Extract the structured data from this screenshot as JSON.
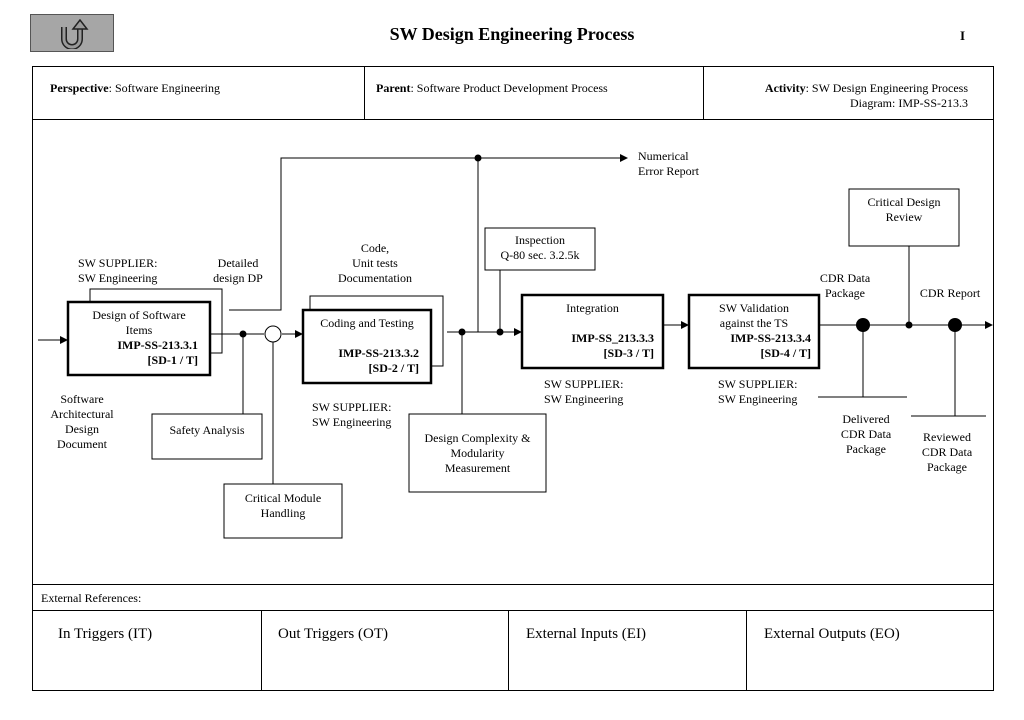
{
  "header": {
    "back_icon": "u-turn-arrow-icon",
    "title": "SW Design Engineering Process",
    "page_number": "I"
  },
  "info": {
    "perspective_label": "Perspective",
    "perspective_value": ": Software Engineering",
    "parent_label": "Parent",
    "parent_value": ": Software Product  Development Process",
    "activity_label": "Activity",
    "activity_value": ": SW Design Engineering Process",
    "diagram_line": "Diagram: IMP-SS-213.3"
  },
  "diagram": {
    "numerical_error_report": [
      "Numerical",
      "Error Report"
    ],
    "sw_supplier_1": [
      "SW  SUPPLIER:",
      "SW Engineering"
    ],
    "detailed_design": [
      "Detailed",
      "design DP"
    ],
    "code_unit_tests": [
      "Code,",
      "Unit tests",
      "Documentation"
    ],
    "inspection": [
      "Inspection",
      "Q-80 sec. 3.2.5k"
    ],
    "critical_design_review": [
      "Critical Design",
      "Review"
    ],
    "cdr_data_package": [
      "CDR  Data",
      "Package"
    ],
    "cdr_report": "CDR Report",
    "box1": {
      "title": [
        "Design of Software",
        "Items"
      ],
      "id": "IMP-SS-213.3.1",
      "code": "[SD-1 / T]"
    },
    "box2": {
      "title": [
        "Coding and Testing"
      ],
      "id": "IMP-SS-213.3.2",
      "code": "[SD-2 / T]"
    },
    "box3": {
      "title": [
        "Integration"
      ],
      "id": "IMP-SS_213.3.3",
      "code": "[SD-3 / T]"
    },
    "box4": {
      "title": [
        "SW Validation",
        "against the TS"
      ],
      "id": "IMP-SS-213.3.4",
      "code": "[SD-4 / T]"
    },
    "sw_supplier_2": [
      "SW  SUPPLIER:",
      "SW Engineering"
    ],
    "sw_supplier_3": [
      "SW  SUPPLIER:",
      "SW Engineering"
    ],
    "sw_supplier_4": [
      "SW  SUPPLIER:",
      "SW Engineering"
    ],
    "software_arch_doc": [
      "Software",
      "Architectural",
      "Design",
      "Document"
    ],
    "safety_analysis": "Safety Analysis",
    "critical_module_handling": [
      "Critical Module",
      "Handling"
    ],
    "design_complexity": [
      "Design Complexity &",
      "Modularity",
      "Measurement"
    ],
    "delivered_cdr": [
      "Delivered",
      "CDR  Data",
      "Package"
    ],
    "reviewed_cdr": [
      "Reviewed",
      "CDR Data",
      "Package"
    ]
  },
  "external": {
    "label": "External References:",
    "columns": [
      "In Triggers (IT)",
      "Out Triggers (OT)",
      "External Inputs (EI)",
      "External Outputs (EO)"
    ]
  }
}
